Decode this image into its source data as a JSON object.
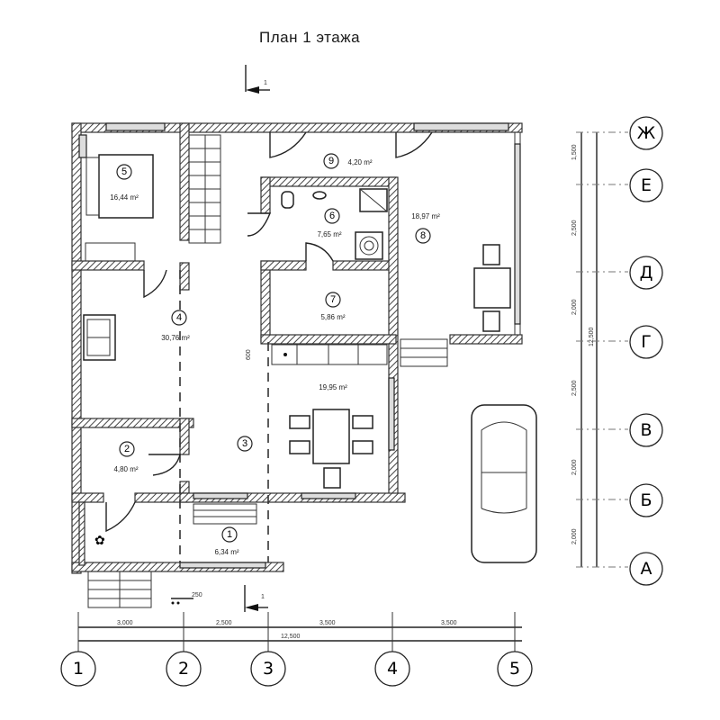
{
  "title": "План  1 этажа",
  "section_marks": [
    {
      "id": "top",
      "label": "1"
    },
    {
      "id": "bottom",
      "label": "1"
    }
  ],
  "rooms": [
    {
      "num": "1",
      "area": "6,34 m²"
    },
    {
      "num": "2",
      "area": "4,80 m²"
    },
    {
      "num": "3",
      "area": "19,95 m²"
    },
    {
      "num": "4",
      "area": "30,76 m²"
    },
    {
      "num": "5",
      "area": "16,44 m²"
    },
    {
      "num": "6",
      "area": "7,65 m²"
    },
    {
      "num": "7",
      "area": "5,86 m²"
    },
    {
      "num": "8",
      "area": "18,97 m²"
    },
    {
      "num": "9",
      "area": "4,20 m²"
    }
  ],
  "grid_axes": {
    "vertical": [
      "1",
      "2",
      "3",
      "4",
      "5"
    ],
    "horizontal": [
      "Ж",
      "Е",
      "Д",
      "Г",
      "В",
      "Б",
      "А"
    ]
  },
  "dimensions": {
    "bottom_segments": [
      "3,000",
      "2,500",
      "3,500",
      "3,500"
    ],
    "bottom_total": "12,500",
    "right_segments": [
      "1,500",
      "2,500",
      "2,000",
      "2,500",
      "2,000",
      "2,000"
    ],
    "right_total": "12,500",
    "porch_offset": "250",
    "wall_mark": "600"
  }
}
